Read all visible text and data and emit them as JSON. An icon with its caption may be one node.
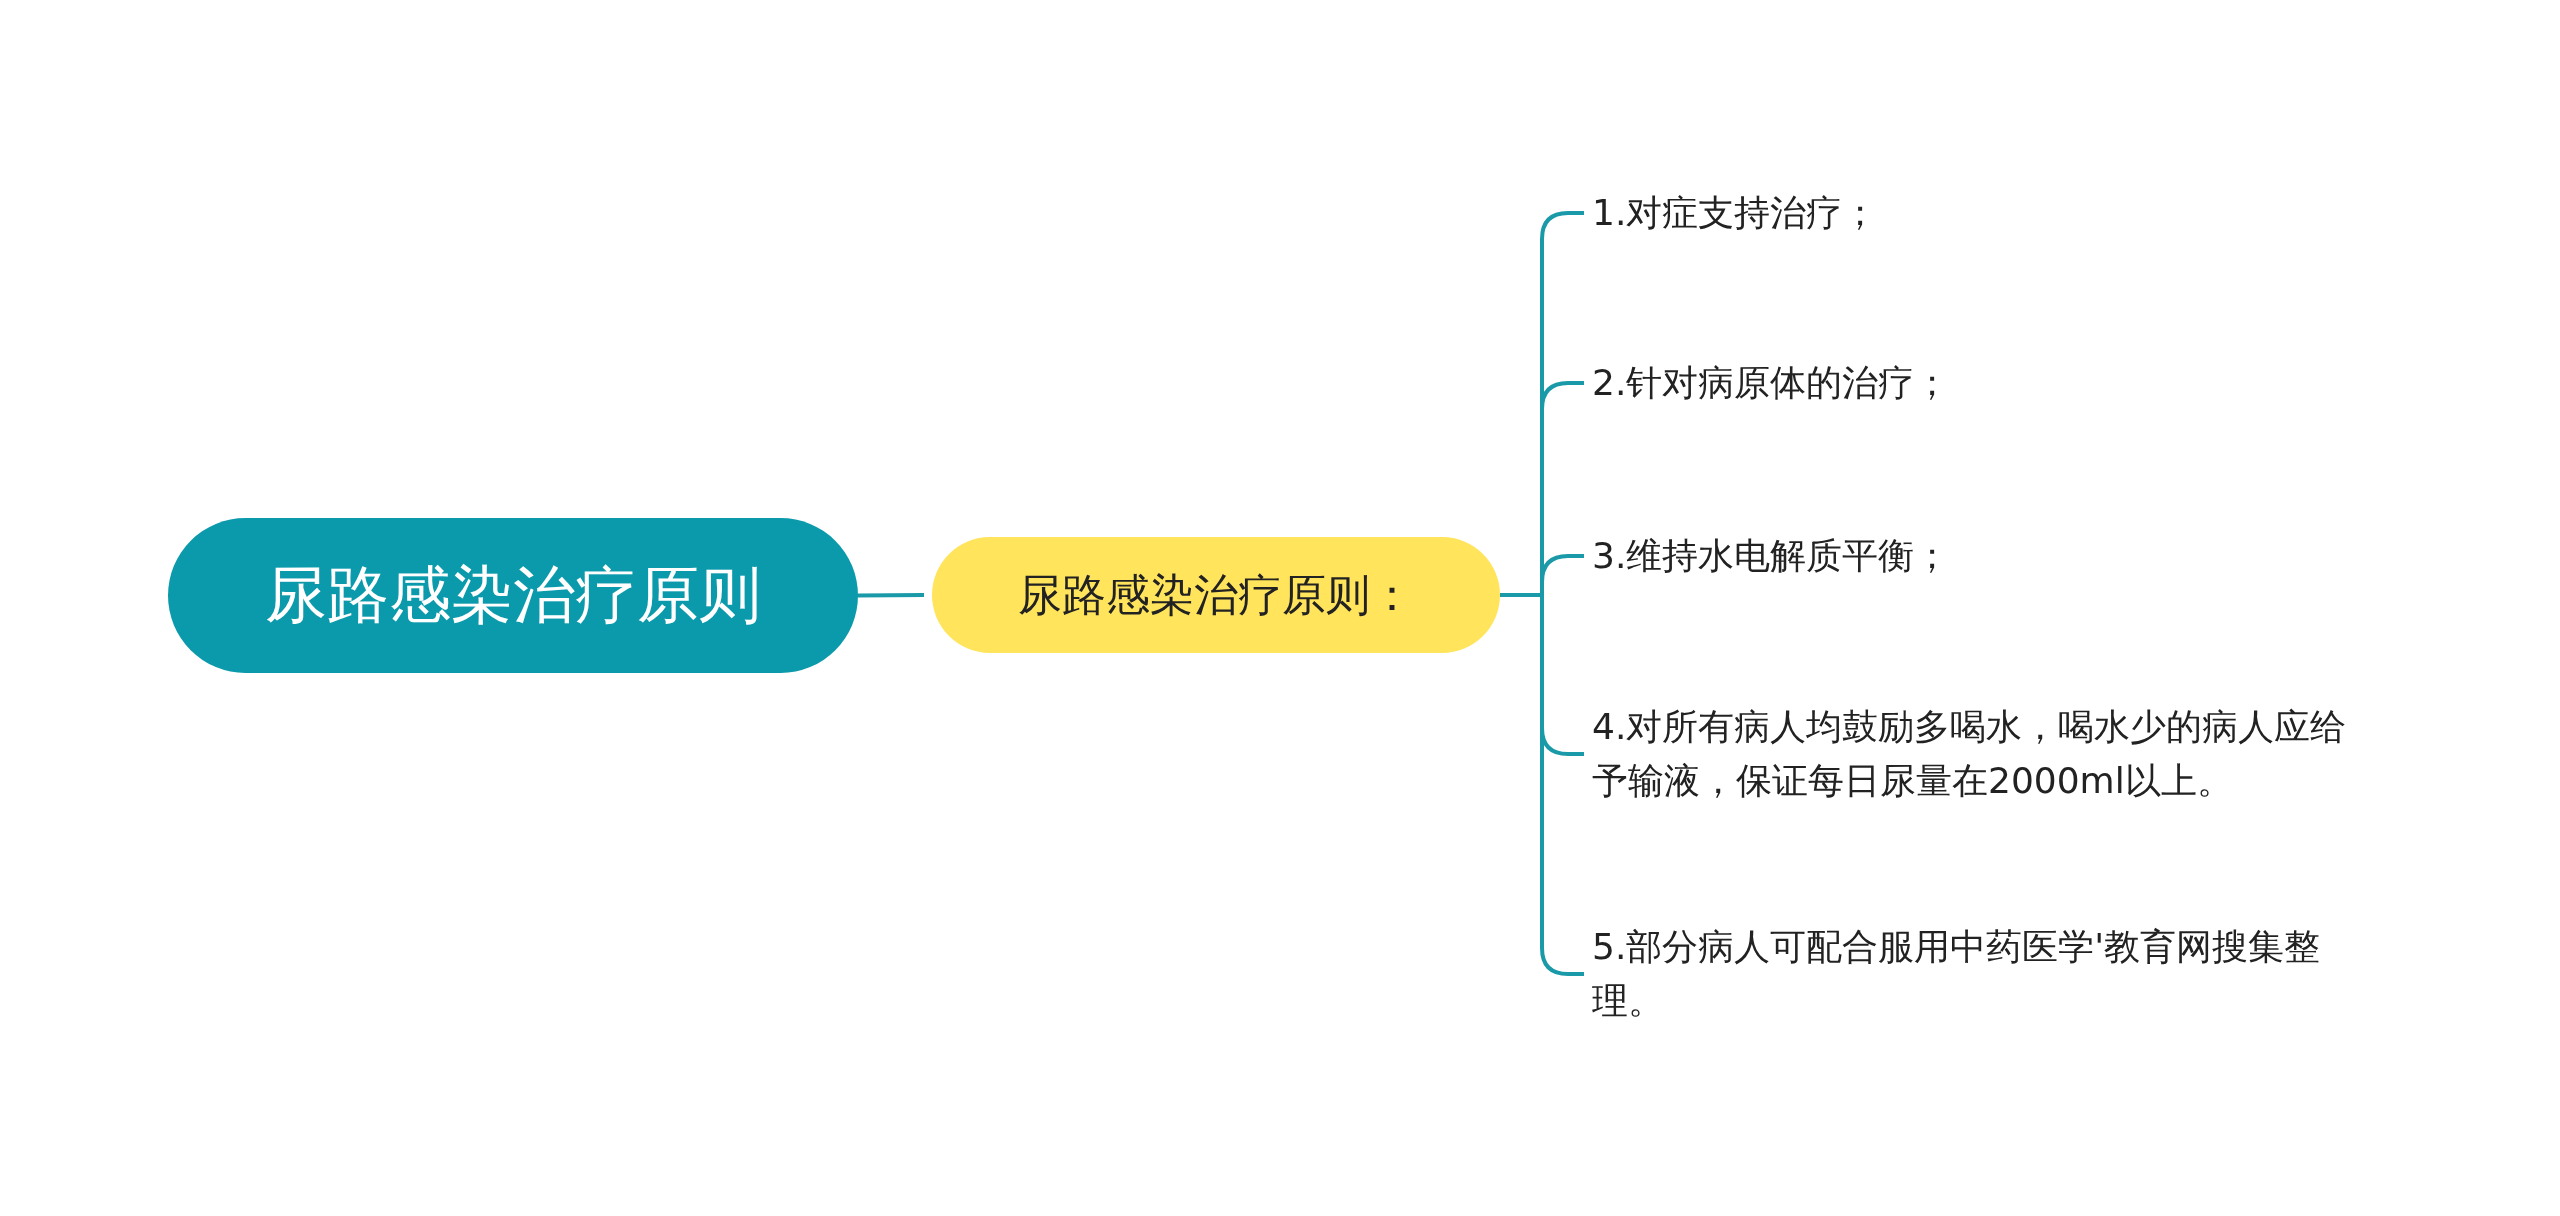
{
  "diagram": {
    "nodes": [
      {
        "text": [
          "尿路感染治疗原则"
        ]
      },
      {
        "text": [
          "尿路感染治疗原则："
        ]
      },
      {
        "text": [
          "1.对症支持治疗；"
        ]
      },
      {
        "text": [
          "2.针对病原体的治疗；"
        ]
      },
      {
        "text": [
          "3.维持水电解质平衡；"
        ]
      },
      {
        "text": [
          "4.对所有病人均鼓励多喝水，喝水少的病人应给予输液，保证每日尿量在2000ml以上。"
        ]
      },
      {
        "text": [
          "5.部分病人可配合服用中药医学'教育网搜集整理。"
        ]
      }
    ],
    "edges": [
      {
        "from": 0,
        "to": 1,
        "arrow": "none"
      },
      {
        "from": 1,
        "to": 2,
        "arrow": "none"
      },
      {
        "from": 1,
        "to": 3,
        "arrow": "none"
      },
      {
        "from": 1,
        "to": 4,
        "arrow": "none"
      },
      {
        "from": 1,
        "to": 5,
        "arrow": "none"
      },
      {
        "from": 1,
        "to": 6,
        "arrow": "none"
      }
    ]
  }
}
